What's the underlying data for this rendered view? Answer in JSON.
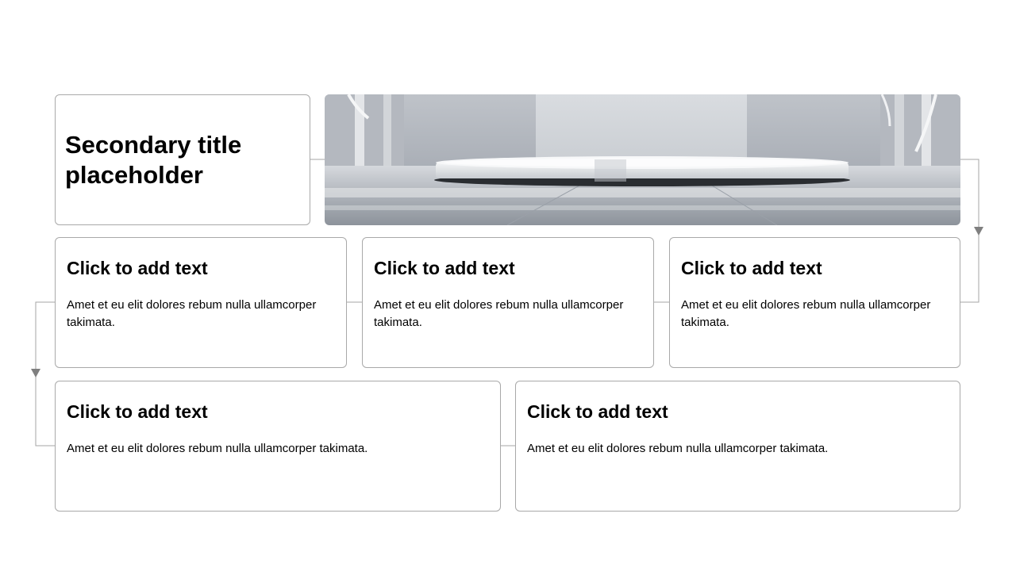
{
  "slide": {
    "title": "Secondary title placeholder",
    "photo_alt": "empty-stage-photo",
    "cards": [
      {
        "title": "Click to add text",
        "body": "Amet et eu elit dolores rebum nulla ullamcorper takimata."
      },
      {
        "title": "Click to add text",
        "body": "Amet et eu elit dolores rebum nulla ullamcorper takimata."
      },
      {
        "title": "Click to add text",
        "body": "Amet et eu elit dolores rebum nulla ullamcorper takimata."
      },
      {
        "title": "Click to add text",
        "body": "Amet et eu elit dolores rebum nulla ullamcorper takimata."
      },
      {
        "title": "Click to add text",
        "body": "Amet et eu elit dolores rebum nulla ullamcorper takimata."
      }
    ]
  },
  "colors": {
    "border": "#a9a9a9",
    "connector": "#a6a6a6",
    "arrow": "#7f7f7f",
    "text": "#000000"
  }
}
